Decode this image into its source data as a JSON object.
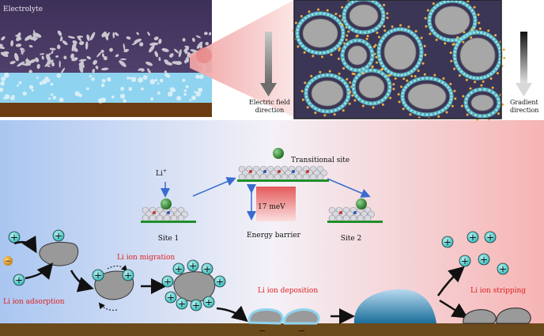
{
  "top_panel": {
    "electrolyte_label": "Electrolyte",
    "electric_field_label": [
      "Electric field",
      "direction"
    ],
    "gradient_label": [
      "Gradient",
      "direction"
    ]
  },
  "center": {
    "li_plus": "Li",
    "li_plus_sup": "+",
    "transitional_site": "Transitional site",
    "energy_value": "17 meV",
    "energy_barrier": "Energy barrier",
    "site1": "Site 1",
    "site2": "Site 2"
  },
  "bottom": {
    "adsorption": "Li ion adsorption",
    "migration": "Li ion migration",
    "deposition": "Li ion deposition",
    "stripping": "Li ion stripping",
    "ion_sign": "+",
    "anion_sign": "−"
  },
  "colors": {
    "li_ion": "#3fc6c6",
    "anion": "#e8a020",
    "red_label": "#e02020",
    "substrate": "#6b4a1c",
    "gradient_left": "#a9c6f1",
    "gradient_right": "#f6b4b4"
  }
}
